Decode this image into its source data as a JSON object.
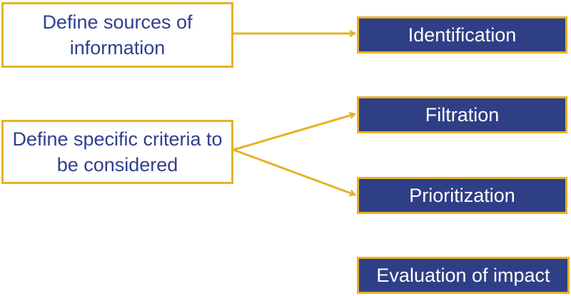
{
  "sources": [
    {
      "label": "Define sources of information"
    },
    {
      "label": "Define specific criteria to be considered"
    }
  ],
  "steps": [
    {
      "label": "Identification"
    },
    {
      "label": "Filtration"
    },
    {
      "label": "Prioritization"
    },
    {
      "label": "Evaluation of impact"
    }
  ],
  "colors": {
    "accent": "#e6b324",
    "step_fill": "#2f3f86",
    "source_text": "#2f3f8f",
    "step_text": "#ffffff"
  }
}
